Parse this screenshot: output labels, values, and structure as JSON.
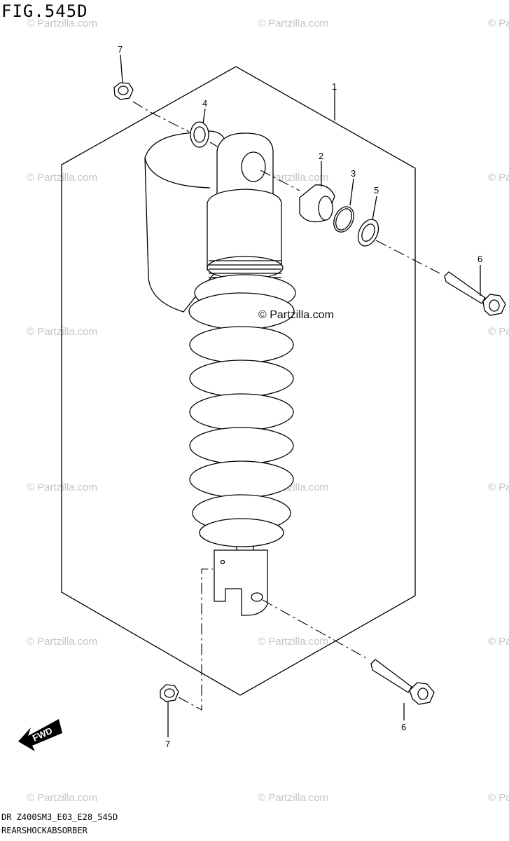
{
  "figure": {
    "title": "FIG.545D",
    "footer_code": "DR Z400SM3_E03_E28_545D",
    "footer_name": "REARSHOCKABSORBER"
  },
  "watermark": {
    "text": "© Partzilla.com"
  },
  "callouts": {
    "c1": "1",
    "c2": "2",
    "c3": "3",
    "c4": "4",
    "c5": "5",
    "c6a": "6",
    "c6b": "6",
    "c7a": "7",
    "c7b": "7"
  },
  "fwd": {
    "label": "FWD"
  }
}
